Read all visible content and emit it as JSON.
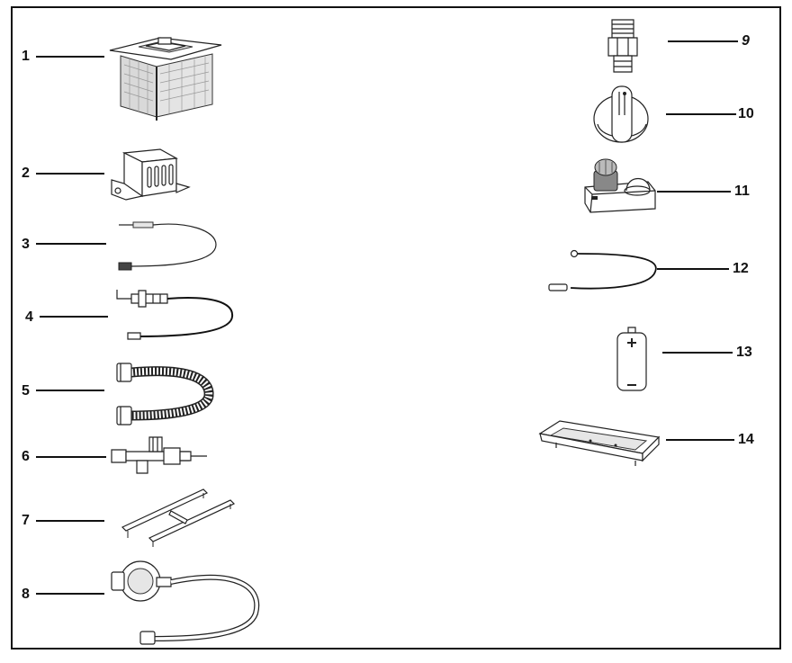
{
  "parts": [
    {
      "id": "1",
      "name": "fire-table-icon"
    },
    {
      "id": "2",
      "name": "ignition-bracket-icon"
    },
    {
      "id": "3",
      "name": "thermocouple-icon"
    },
    {
      "id": "4",
      "name": "ignition-electrode-icon"
    },
    {
      "id": "5",
      "name": "flex-gas-hose-icon"
    },
    {
      "id": "6",
      "name": "gas-valve-icon"
    },
    {
      "id": "7",
      "name": "h-burner-icon"
    },
    {
      "id": "8",
      "name": "regulator-hose-icon"
    },
    {
      "id": "9",
      "name": "fitting-connector-icon"
    },
    {
      "id": "10",
      "name": "control-knob-icon"
    },
    {
      "id": "11",
      "name": "igniter-module-icon"
    },
    {
      "id": "12",
      "name": "ignition-wire-icon"
    },
    {
      "id": "13",
      "name": "battery-icon"
    },
    {
      "id": "14",
      "name": "burner-pan-icon"
    }
  ]
}
